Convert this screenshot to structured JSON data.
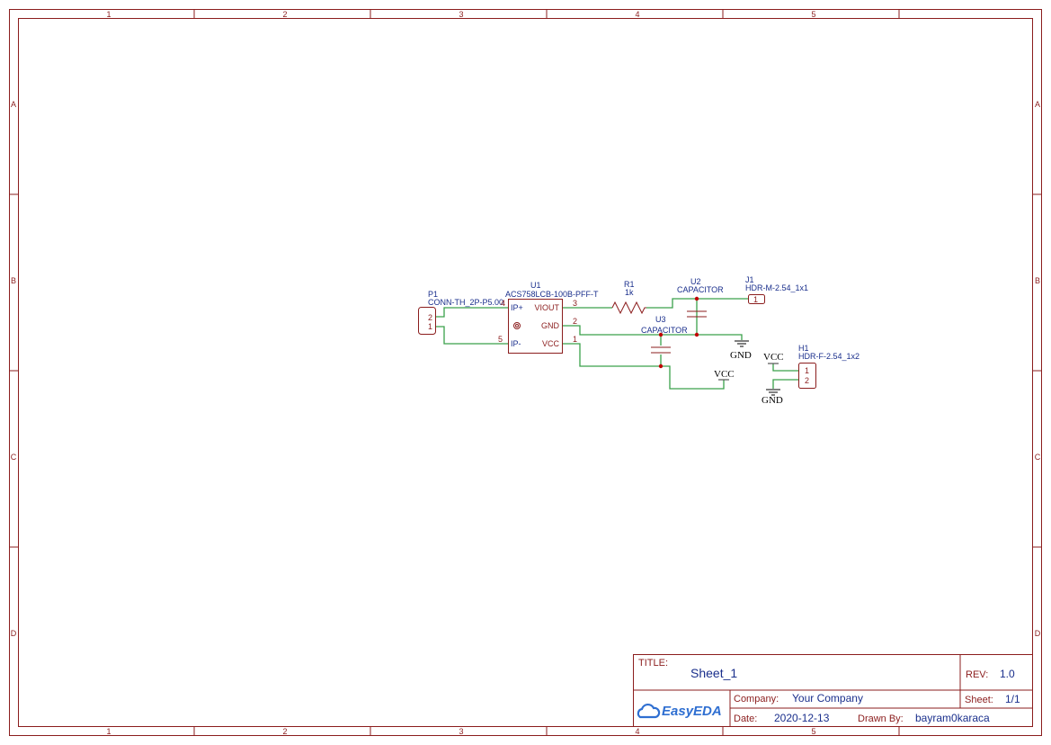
{
  "ruler": {
    "columns": [
      "1",
      "2",
      "3",
      "4",
      "5"
    ],
    "rows": [
      "A",
      "B",
      "C",
      "D"
    ]
  },
  "components": {
    "p1": {
      "ref": "P1",
      "value": "CONN-TH_2P-P5.00",
      "pins": [
        "2",
        "1"
      ]
    },
    "u1": {
      "ref": "U1",
      "value": "ACS758LCB-100B-PFF-T",
      "pin_names": {
        "ip_plus": "IP+",
        "ip_minus": "IP-",
        "viout": "VIOUT",
        "gnd": "GND",
        "vcc": "VCC"
      },
      "pin_numbers": {
        "four": "4",
        "five": "5",
        "three": "3",
        "two": "2",
        "one": "1"
      }
    },
    "r1": {
      "ref": "R1",
      "value": "1k"
    },
    "u2": {
      "ref": "U2",
      "value": "CAPACITOR"
    },
    "u3": {
      "ref": "U3",
      "value": "CAPACITOR"
    },
    "j1": {
      "ref": "J1",
      "value": "HDR-M-2.54_1x1",
      "pin": "1"
    },
    "h1": {
      "ref": "H1",
      "value": "HDR-F-2.54_1x2",
      "pins": [
        "1",
        "2"
      ]
    }
  },
  "power": {
    "gnd1": "GND",
    "vcc1": "VCC",
    "vcc2": "VCC",
    "gnd2": "GND"
  },
  "title_block": {
    "title_key": "TITLE:",
    "title": "Sheet_1",
    "rev_key": "REV:",
    "rev": "1.0",
    "company_key": "Company:",
    "company": "Your Company",
    "sheet_key": "Sheet:",
    "sheet": "1/1",
    "date_key": "Date:",
    "date": "2020-12-13",
    "drawn_key": "Drawn By:",
    "drawn_by": "bayram0karaca",
    "logo": "EasyEDA"
  },
  "colors": {
    "frame": "#8b1d1d",
    "wire": "#3aa14a",
    "label": "#1a2f8c",
    "junction": "#c00000"
  }
}
